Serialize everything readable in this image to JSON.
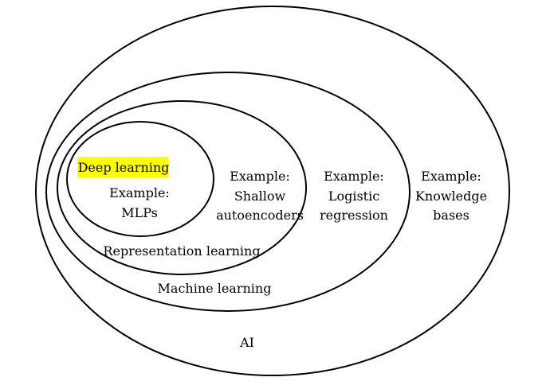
{
  "diagram": {
    "sets": {
      "ai": {
        "label": "AI",
        "example": []
      },
      "machine_learning": {
        "label": "Machine learning",
        "example": [
          "Example:",
          "Knowledge",
          "bases"
        ]
      },
      "representation_learning": {
        "label": "Representation learning",
        "example": [
          "Example:",
          "Logistic",
          "regression"
        ]
      },
      "shallow": {
        "example": [
          "Example:",
          "Shallow",
          "autoencoders"
        ]
      },
      "deep_learning": {
        "label": "Deep learning",
        "highlight_color": "#ffff00",
        "example": [
          "Example:",
          "MLPs"
        ]
      }
    },
    "colors": {
      "stroke": "#000000",
      "background": "#ffffff",
      "highlight": "#ffff00"
    }
  }
}
